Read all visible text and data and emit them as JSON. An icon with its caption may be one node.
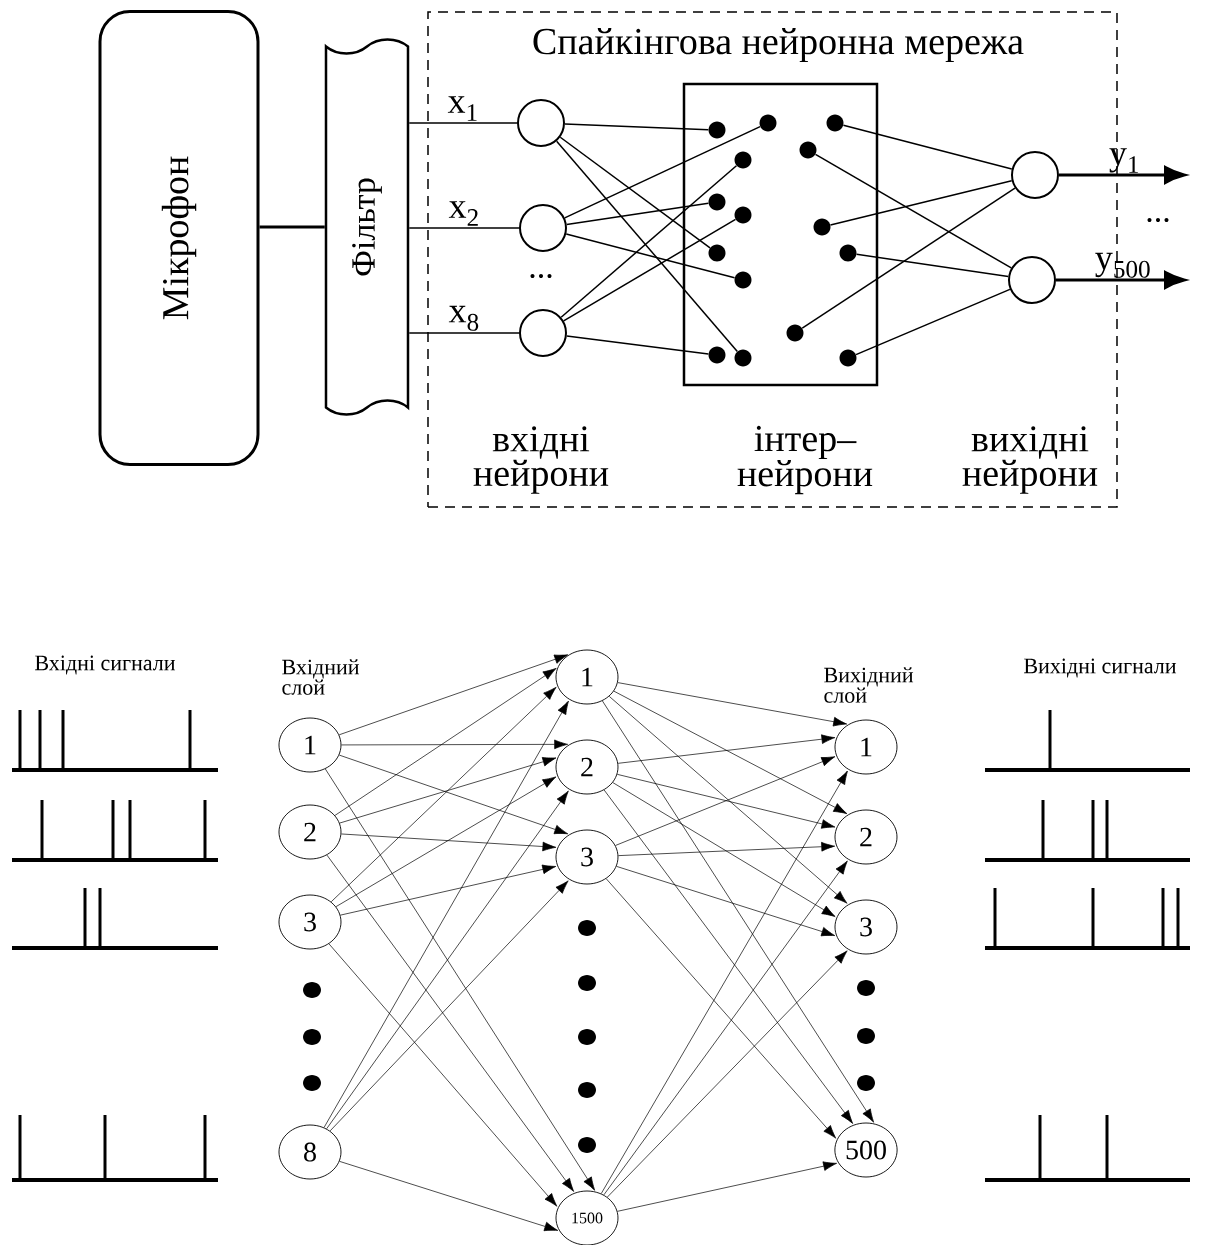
{
  "diagram": {
    "nodes": [
      {
        "text": [
          "Мікрофон"
        ]
      },
      {
        "text": [
          "Фільтр"
        ]
      },
      {
        "text": [
          "Спайкінгова нейронна мережа"
        ]
      },
      {
        "text": [],
        "shape": "circle",
        "in": 2
      },
      {
        "text": [],
        "shape": "circle",
        "in": 2
      },
      {
        "text": [],
        "shape": "circle",
        "in": 2
      },
      {
        "text": [],
        "shape": "box",
        "in": 2
      },
      {
        "text": [],
        "shape": "circle",
        "in": 6
      },
      {
        "text": [],
        "shape": "circle",
        "in": 6
      },
      {
        "text": [],
        "shape": "circle",
        "in": 6
      },
      {
        "text": [],
        "shape": "circle",
        "in": 6
      },
      {
        "text": [],
        "shape": "circle",
        "in": 6
      },
      {
        "text": [],
        "shape": "circle",
        "in": 6
      },
      {
        "text": [],
        "shape": "circle",
        "in": 6
      },
      {
        "text": [],
        "shape": "circle",
        "in": 6
      },
      {
        "text": [],
        "shape": "circle",
        "in": 6
      },
      {
        "text": [],
        "shape": "circle",
        "in": 6
      },
      {
        "text": [],
        "shape": "circle",
        "in": 6
      },
      {
        "text": [],
        "shape": "circle",
        "in": 6
      },
      {
        "text": [],
        "shape": "circle",
        "in": 6
      },
      {
        "text": [],
        "shape": "circle",
        "in": 6
      },
      {
        "text": [],
        "shape": "circle",
        "in": 6
      },
      {
        "text": [],
        "shape": "circle",
        "in": 2
      },
      {
        "text": [],
        "shape": "circle",
        "in": 2
      },
      {
        "text": [
          "1"
        ]
      },
      {
        "text": [
          "2"
        ]
      },
      {
        "text": [
          "3"
        ]
      },
      {
        "text": [
          "8"
        ]
      },
      {
        "text": [
          "1"
        ]
      },
      {
        "text": [
          "2"
        ]
      },
      {
        "text": [
          "3"
        ]
      },
      {
        "text": [
          "1500"
        ]
      },
      {
        "text": [
          "1"
        ]
      },
      {
        "text": [
          "2"
        ]
      },
      {
        "text": [
          "3"
        ]
      },
      {
        "text": [
          "500"
        ]
      }
    ],
    "edges": [
      {
        "from": 0,
        "to": 1,
        "arrow": "none",
        "style": "thick"
      },
      {
        "from": 1,
        "to": 3,
        "arrow": "none",
        "label": "x$_{1}$"
      },
      {
        "from": 1,
        "to": 4,
        "arrow": "none",
        "label": "x$_{2}$"
      },
      {
        "from": 1,
        "to": 5,
        "arrow": "none",
        "label": "x$_{8}$"
      },
      {
        "from": 3,
        "to": 9,
        "arrow": "none"
      },
      {
        "from": 3,
        "to": 15,
        "arrow": "none"
      },
      {
        "from": 3,
        "to": 20,
        "arrow": "none"
      },
      {
        "from": 4,
        "to": 7,
        "arrow": "none"
      },
      {
        "from": 4,
        "to": 12,
        "arrow": "none"
      },
      {
        "from": 4,
        "to": 17,
        "arrow": "none"
      },
      {
        "from": 5,
        "to": 11,
        "arrow": "none"
      },
      {
        "from": 5,
        "to": 13,
        "arrow": "none"
      },
      {
        "from": 5,
        "to": 19,
        "arrow": "none"
      },
      {
        "from": 8,
        "to": 22,
        "arrow": "none"
      },
      {
        "from": 14,
        "to": 22,
        "arrow": "none"
      },
      {
        "from": 18,
        "to": 22,
        "arrow": "none"
      },
      {
        "from": 10,
        "to": 23,
        "arrow": "none"
      },
      {
        "from": 16,
        "to": 23,
        "arrow": "none"
      },
      {
        "from": 21,
        "to": 23,
        "arrow": "none"
      },
      {
        "from": 22,
        "to": null,
        "arrow": "to",
        "style": "thick",
        "label": "y$_{1}$"
      },
      {
        "from": 23,
        "to": null,
        "arrow": "to",
        "style": "thick",
        "label": "y$_{500}$"
      },
      {
        "from": 24,
        "to": 28,
        "arrow": "to"
      },
      {
        "from": 24,
        "to": 29,
        "arrow": "to"
      },
      {
        "from": 24,
        "to": 30,
        "arrow": "to"
      },
      {
        "from": 24,
        "to": 31,
        "arrow": "to"
      },
      {
        "from": 25,
        "to": 28,
        "arrow": "to"
      },
      {
        "from": 25,
        "to": 29,
        "arrow": "to"
      },
      {
        "from": 25,
        "to": 30,
        "arrow": "to"
      },
      {
        "from": 25,
        "to": 31,
        "arrow": "to"
      },
      {
        "from": 26,
        "to": 28,
        "arrow": "to"
      },
      {
        "from": 26,
        "to": 29,
        "arrow": "to"
      },
      {
        "from": 26,
        "to": 30,
        "arrow": "to"
      },
      {
        "from": 26,
        "to": 31,
        "arrow": "to"
      },
      {
        "from": 27,
        "to": 28,
        "arrow": "to"
      },
      {
        "from": 27,
        "to": 29,
        "arrow": "to"
      },
      {
        "from": 27,
        "to": 30,
        "arrow": "to"
      },
      {
        "from": 27,
        "to": 31,
        "arrow": "to"
      },
      {
        "from": 28,
        "to": 32,
        "arrow": "to"
      },
      {
        "from": 28,
        "to": 33,
        "arrow": "to"
      },
      {
        "from": 28,
        "to": 34,
        "arrow": "to"
      },
      {
        "from": 28,
        "to": 35,
        "arrow": "to"
      },
      {
        "from": 29,
        "to": 32,
        "arrow": "to"
      },
      {
        "from": 29,
        "to": 33,
        "arrow": "to"
      },
      {
        "from": 29,
        "to": 34,
        "arrow": "to"
      },
      {
        "from": 29,
        "to": 35,
        "arrow": "to"
      },
      {
        "from": 30,
        "to": 32,
        "arrow": "to"
      },
      {
        "from": 30,
        "to": 33,
        "arrow": "to"
      },
      {
        "from": 30,
        "to": 34,
        "arrow": "to"
      },
      {
        "from": 30,
        "to": 35,
        "arrow": "to"
      },
      {
        "from": 31,
        "to": 32,
        "arrow": "to"
      },
      {
        "from": 31,
        "to": 33,
        "arrow": "to"
      },
      {
        "from": 31,
        "to": 34,
        "arrow": "to"
      },
      {
        "from": 31,
        "to": 35,
        "arrow": "to"
      }
    ],
    "labels": [
      "...",
      "...",
      "вхідні нейрони",
      "інтер– нейрони",
      "вихідні нейрони",
      "Вхідні сигнали",
      "Вхідний слой",
      "Вихідний слой",
      "Вихідні сигнали"
    ]
  }
}
